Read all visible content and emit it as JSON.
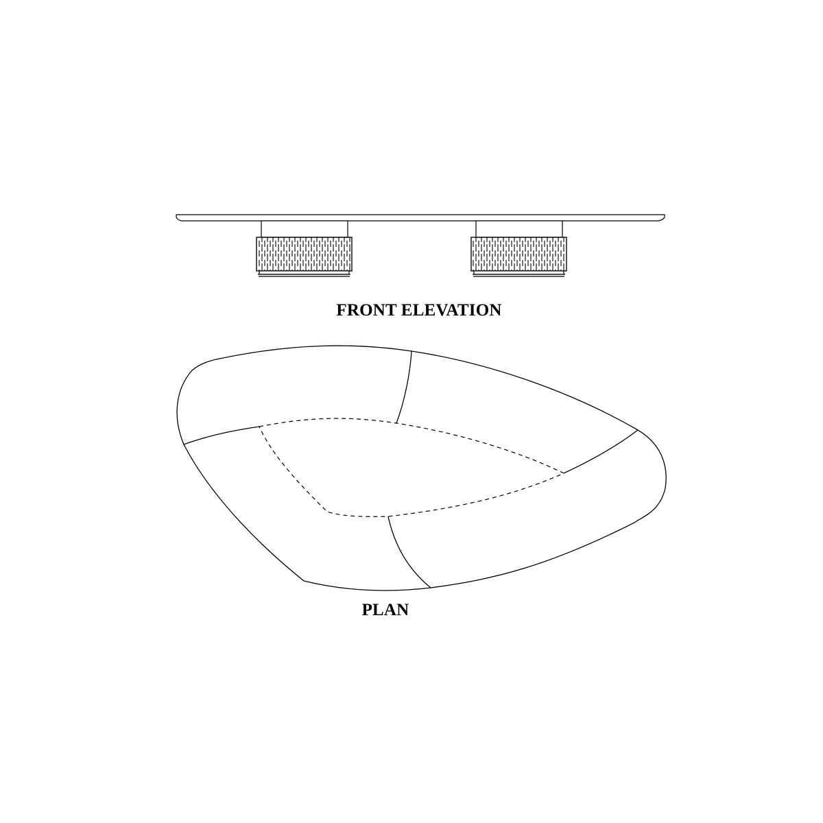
{
  "drawing": {
    "labels": {
      "front_elevation": "FRONT ELEVATION",
      "plan": "PLAN"
    },
    "views": [
      {
        "name": "front-elevation",
        "components": [
          "table-top",
          "left-base",
          "right-base"
        ]
      },
      {
        "name": "plan",
        "components": [
          "outer-outline",
          "top-seam",
          "left-seam",
          "right-seam",
          "bottom-seam",
          "base-outline-dashed"
        ]
      }
    ],
    "line_color": "#000000",
    "background": "#ffffff"
  }
}
